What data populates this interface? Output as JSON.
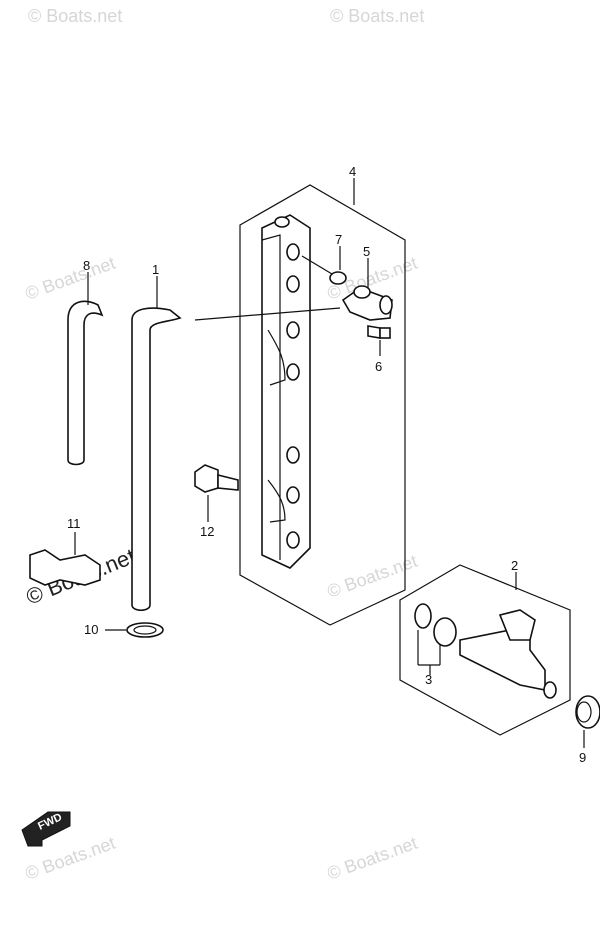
{
  "watermark": {
    "text": "© Boats.net",
    "text_dark": "© Boats.net"
  },
  "callouts": {
    "c1": "1",
    "c2": "2",
    "c3": "3",
    "c4": "4",
    "c5": "5",
    "c6": "6",
    "c7": "7",
    "c8": "8",
    "c9": "9",
    "c10": "10",
    "c11": "11",
    "c12": "12"
  },
  "fwd_label": "FWD",
  "colors": {
    "line": "#111111",
    "watermark": "#d6d6d6",
    "background": "#ffffff"
  }
}
